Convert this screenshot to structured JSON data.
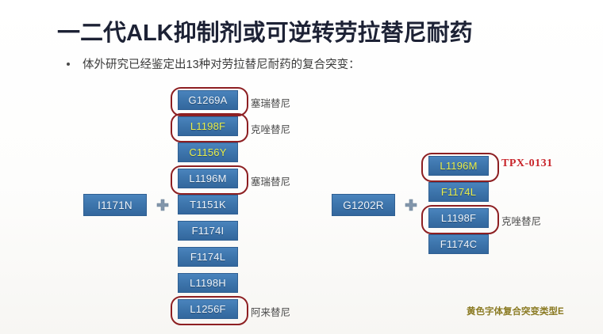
{
  "slide": {
    "title": "一二代ALK抑制剂或可逆转劳拉替尼耐药",
    "subtitle": "体外研究已经鉴定出13种对劳拉替尼耐药的复合突变：",
    "footnote": "黄色字体复合突变类型E",
    "tpx_label": "TPX-0131",
    "colors": {
      "title": "#1d2235",
      "box_fill": "#3e76ad",
      "box_text": "#eef4fb",
      "box_text_highlight": "#e8ee4c",
      "highlight_border": "#8d1f22",
      "tpx_red": "#c8242a",
      "footnote_yellow": "#8a7a22",
      "background": "#ffffff"
    }
  },
  "groups": [
    {
      "id": "group-left",
      "base": {
        "label": "I1171N"
      },
      "operator": "plus-icon",
      "partners": [
        {
          "label": "G1269A",
          "text_color": "white",
          "highlighted": true,
          "annotation": "塞瑞替尼"
        },
        {
          "label": "L1198F",
          "text_color": "yellow",
          "highlighted": true,
          "annotation": "克唑替尼"
        },
        {
          "label": "C1156Y",
          "text_color": "yellow",
          "highlighted": false,
          "annotation": ""
        },
        {
          "label": "L1196M",
          "text_color": "white",
          "highlighted": true,
          "annotation": "塞瑞替尼"
        },
        {
          "label": "T1151K",
          "text_color": "white",
          "highlighted": false,
          "annotation": ""
        },
        {
          "label": "F1174I",
          "text_color": "white",
          "highlighted": false,
          "annotation": ""
        },
        {
          "label": "F1174L",
          "text_color": "white",
          "highlighted": false,
          "annotation": ""
        },
        {
          "label": "L1198H",
          "text_color": "white",
          "highlighted": false,
          "annotation": ""
        },
        {
          "label": "L1256F",
          "text_color": "white",
          "highlighted": true,
          "annotation": "阿来替尼"
        }
      ]
    },
    {
      "id": "group-right",
      "base": {
        "label": "G1202R"
      },
      "operator": "plus-icon",
      "partners": [
        {
          "label": "L1196M",
          "text_color": "yellow",
          "highlighted": true,
          "annotation": "TPX-0131"
        },
        {
          "label": "F1174L",
          "text_color": "yellow",
          "highlighted": false,
          "annotation": ""
        },
        {
          "label": "L1198F",
          "text_color": "white",
          "highlighted": true,
          "annotation": "克唑替尼"
        },
        {
          "label": "F1174C",
          "text_color": "white",
          "highlighted": false,
          "annotation": ""
        }
      ]
    }
  ]
}
